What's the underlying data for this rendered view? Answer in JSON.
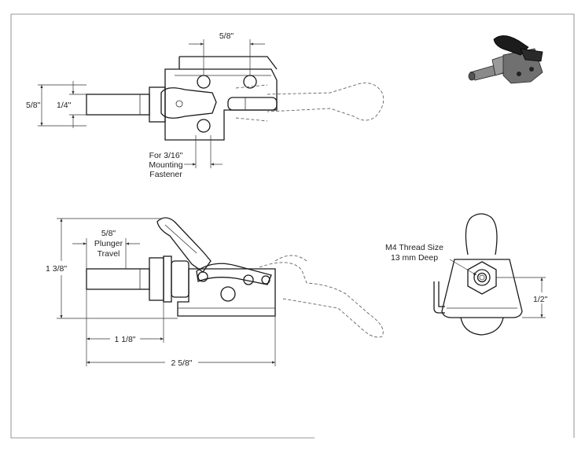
{
  "top_view": {
    "dim_slot": "5/8\"",
    "dim_height": "5/8\"",
    "dim_plunger": "1/4\"",
    "note_line1": "For 3/16\"",
    "note_line2": "Mounting",
    "note_line3": "Fastener"
  },
  "side_view": {
    "dim_total_height": "1 3/8\"",
    "travel_line1": "5/8\"",
    "travel_line2": "Plunger",
    "travel_line3": "Travel",
    "dim_plunger_len": "1 1/8\"",
    "dim_overall_len": "2 5/8\""
  },
  "end_view": {
    "thread_line1": "M4 Thread Size",
    "thread_line2": "13 mm Deep",
    "dim_base": "1/2\""
  },
  "colors": {
    "line": "#1a1a1a",
    "hidden_line": "#666666",
    "iso_body": "#6b6b6b",
    "iso_handle": "#1c1c1c"
  }
}
